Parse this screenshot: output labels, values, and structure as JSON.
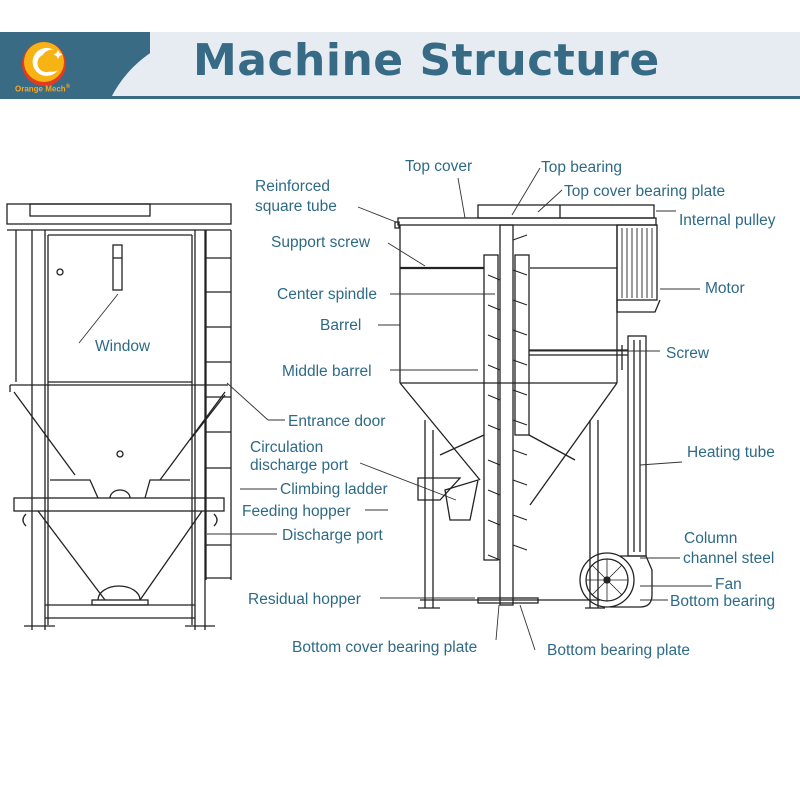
{
  "header": {
    "title": "Machine Structure",
    "brand": "Orange Mech",
    "brand_mark": "®",
    "logo_icon": "orange-mech-logo",
    "colors": {
      "band": "#3a6b85",
      "title": "#376b85",
      "band_light": "#e6ecf1",
      "label": "#2e6a86"
    }
  },
  "diagram": {
    "left_view_labels": {
      "window": "Window",
      "entrance_door": "Entrance door",
      "climbing_ladder": "Climbing ladder",
      "discharge_port": "Discharge port"
    },
    "labels": {
      "top_cover": "Top cover",
      "top_bearing": "Top bearing",
      "top_cover_bearing_plate": "Top cover bearing plate",
      "reinforced_square_tube_1": "Reinforced",
      "reinforced_square_tube_2": "square tube",
      "internal_pulley": "Internal pulley",
      "support_screw": "Support screw",
      "motor": "Motor",
      "center_spindle": "Center spindle",
      "barrel": "Barrel",
      "screw": "Screw",
      "middle_barrel": "Middle barrel",
      "heating_tube": "Heating tube",
      "circulation_1": "Circulation",
      "circulation_2": "discharge port",
      "feeding_hopper": "Feeding hopper",
      "column_1": "Column",
      "column_2": "channel steel",
      "fan": "Fan",
      "bottom_bearing": "Bottom bearing",
      "residual_hopper": "Residual hopper",
      "bottom_cover_bearing_plate": "Bottom cover bearing plate",
      "bottom_bearing_plate": "Bottom bearing plate"
    }
  }
}
